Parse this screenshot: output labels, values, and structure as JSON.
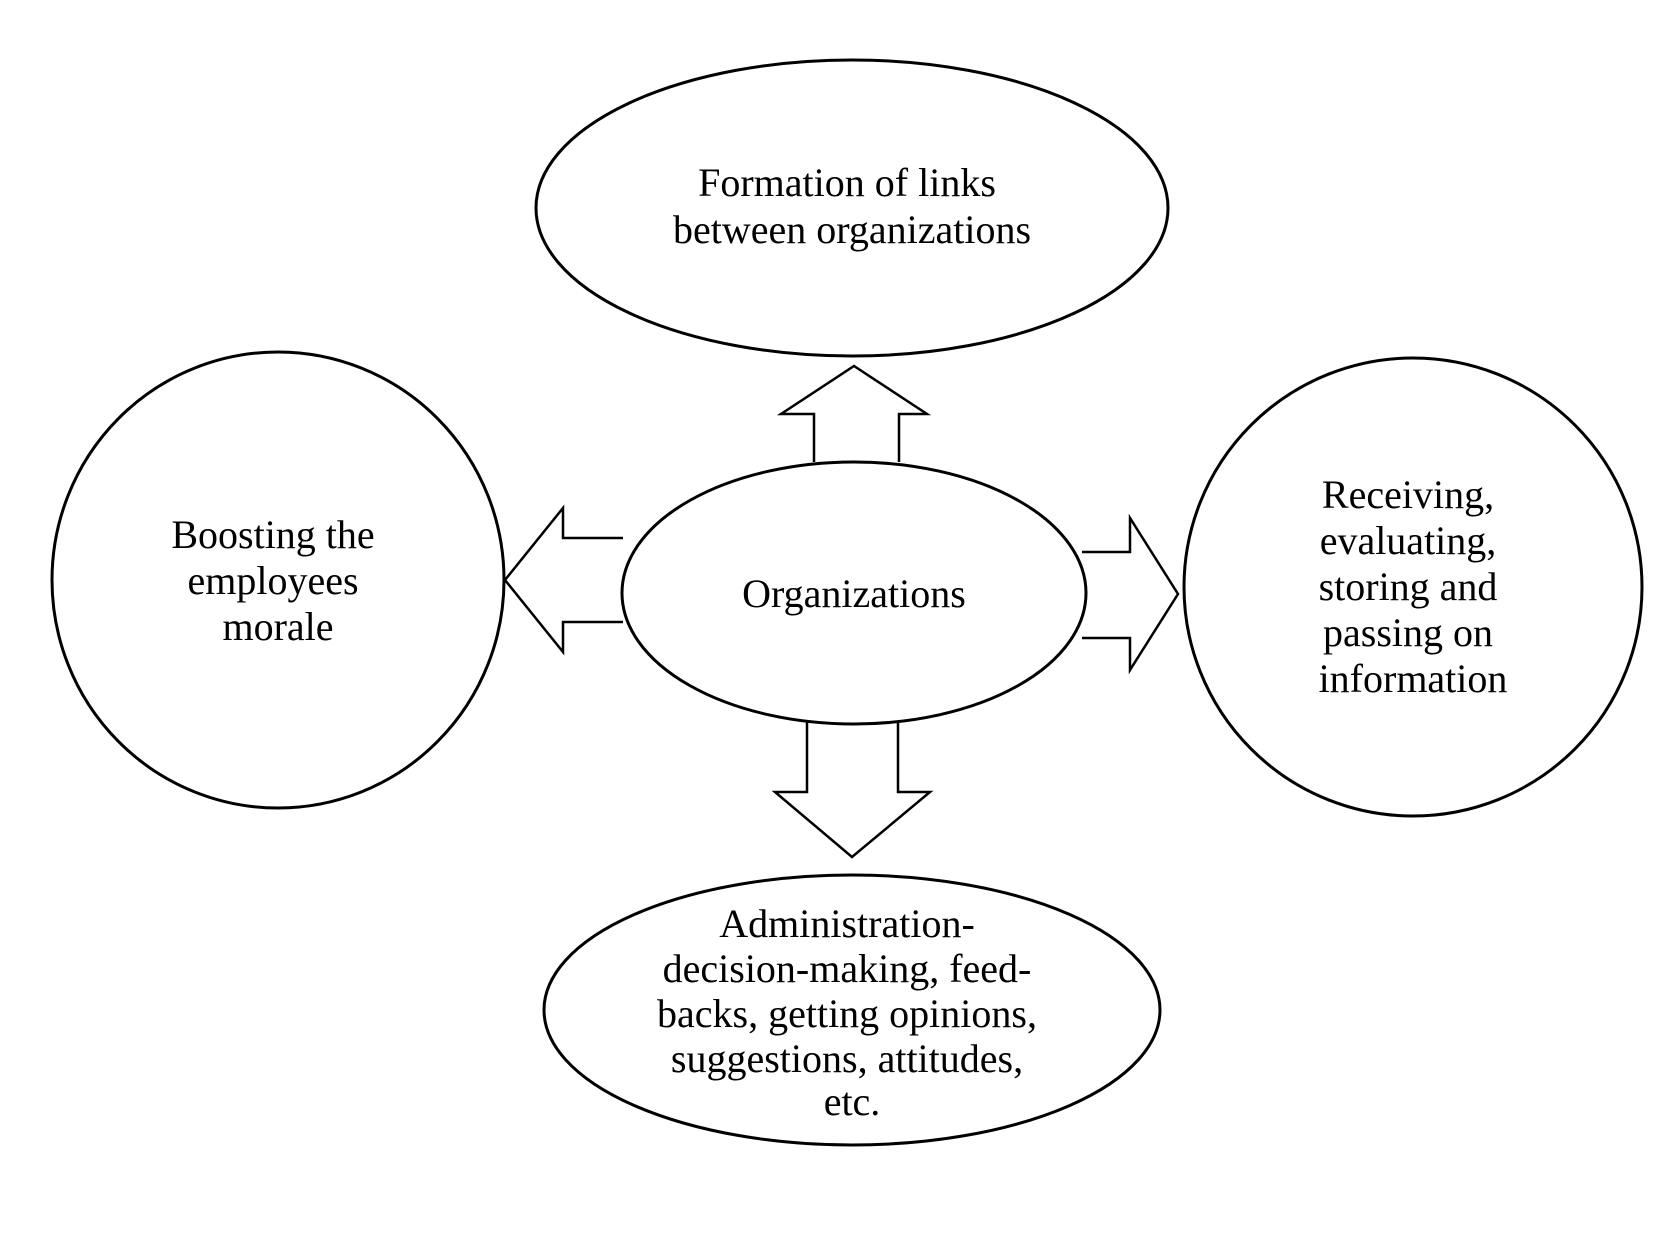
{
  "diagram": {
    "center": {
      "label": "Organizations"
    },
    "top": {
      "lines": [
        "Formation  of links",
        "between organizations"
      ]
    },
    "left": {
      "lines": [
        "Boosting the",
        "employees",
        "morale"
      ]
    },
    "right": {
      "lines": [
        "Receiving,",
        "evaluating,",
        "storing and",
        "passing on",
        "information"
      ]
    },
    "bottom": {
      "lines": [
        "Administration-",
        "decision-making, feed-",
        "backs, getting opinions,",
        "suggestions, attitudes,",
        "etc."
      ]
    }
  }
}
